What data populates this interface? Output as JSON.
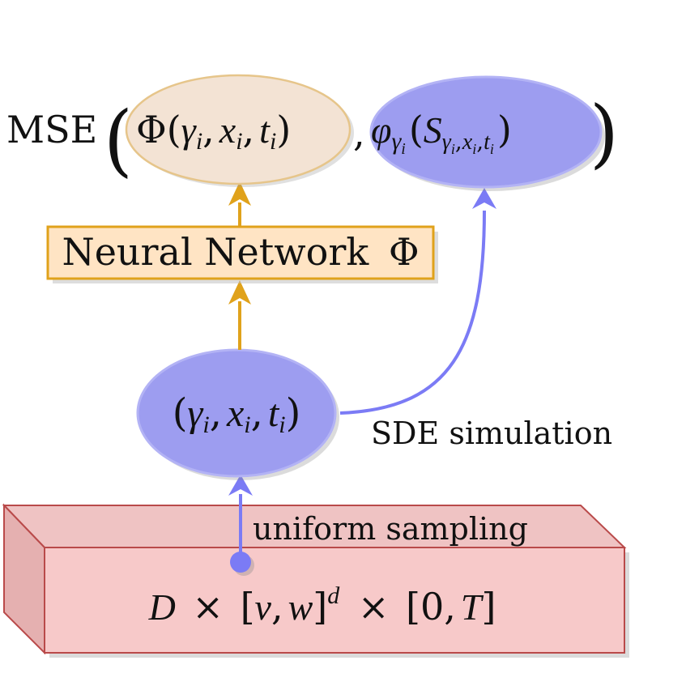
{
  "loss": {
    "prefix": "MSE",
    "paren_open": "(",
    "paren_close": ")",
    "separator": ",",
    "network_output": {
      "phi": "Φ",
      "lparen": "(",
      "gamma": "γ",
      "sub_i": "i",
      "comma": ",",
      "x": "x",
      "t": "t",
      "rparen": ")"
    },
    "payoff_target": {
      "varphi": "φ",
      "sub_gamma": "γ",
      "sub_gamma_i": "i",
      "lparen": "(",
      "S": "S",
      "sub_label": "γ",
      "sub_i": "i",
      "sub_comma": ",",
      "sub_x": "x",
      "sub_t": "t",
      "rparen": ")"
    }
  },
  "network": {
    "label": "Neural Network",
    "symbol": "Φ"
  },
  "sample_node": {
    "lparen": "(",
    "gamma": "γ",
    "sub_i": "i",
    "comma": ",",
    "x": "x",
    "t": "t",
    "rparen": ")"
  },
  "edges": {
    "simulation_label": "SDE simulation",
    "sampling_label": "uniform sampling"
  },
  "domain": {
    "D": "D",
    "times": "×",
    "lbracket": "[",
    "v": "v",
    "comma": ",",
    "w": "w",
    "rbracket": "]",
    "exponent": "d",
    "zero": "0",
    "T": "T"
  },
  "colors": {
    "orange_stroke": "#e0a21b",
    "orange_fill": "#ffe4c4",
    "beige_fill": "#f3e3d4",
    "blue_fill": "#9d9df0",
    "blue_stroke": "#7b7bf5",
    "red_fill": "#f7c9c9",
    "red_stroke": "#b94a4a"
  }
}
